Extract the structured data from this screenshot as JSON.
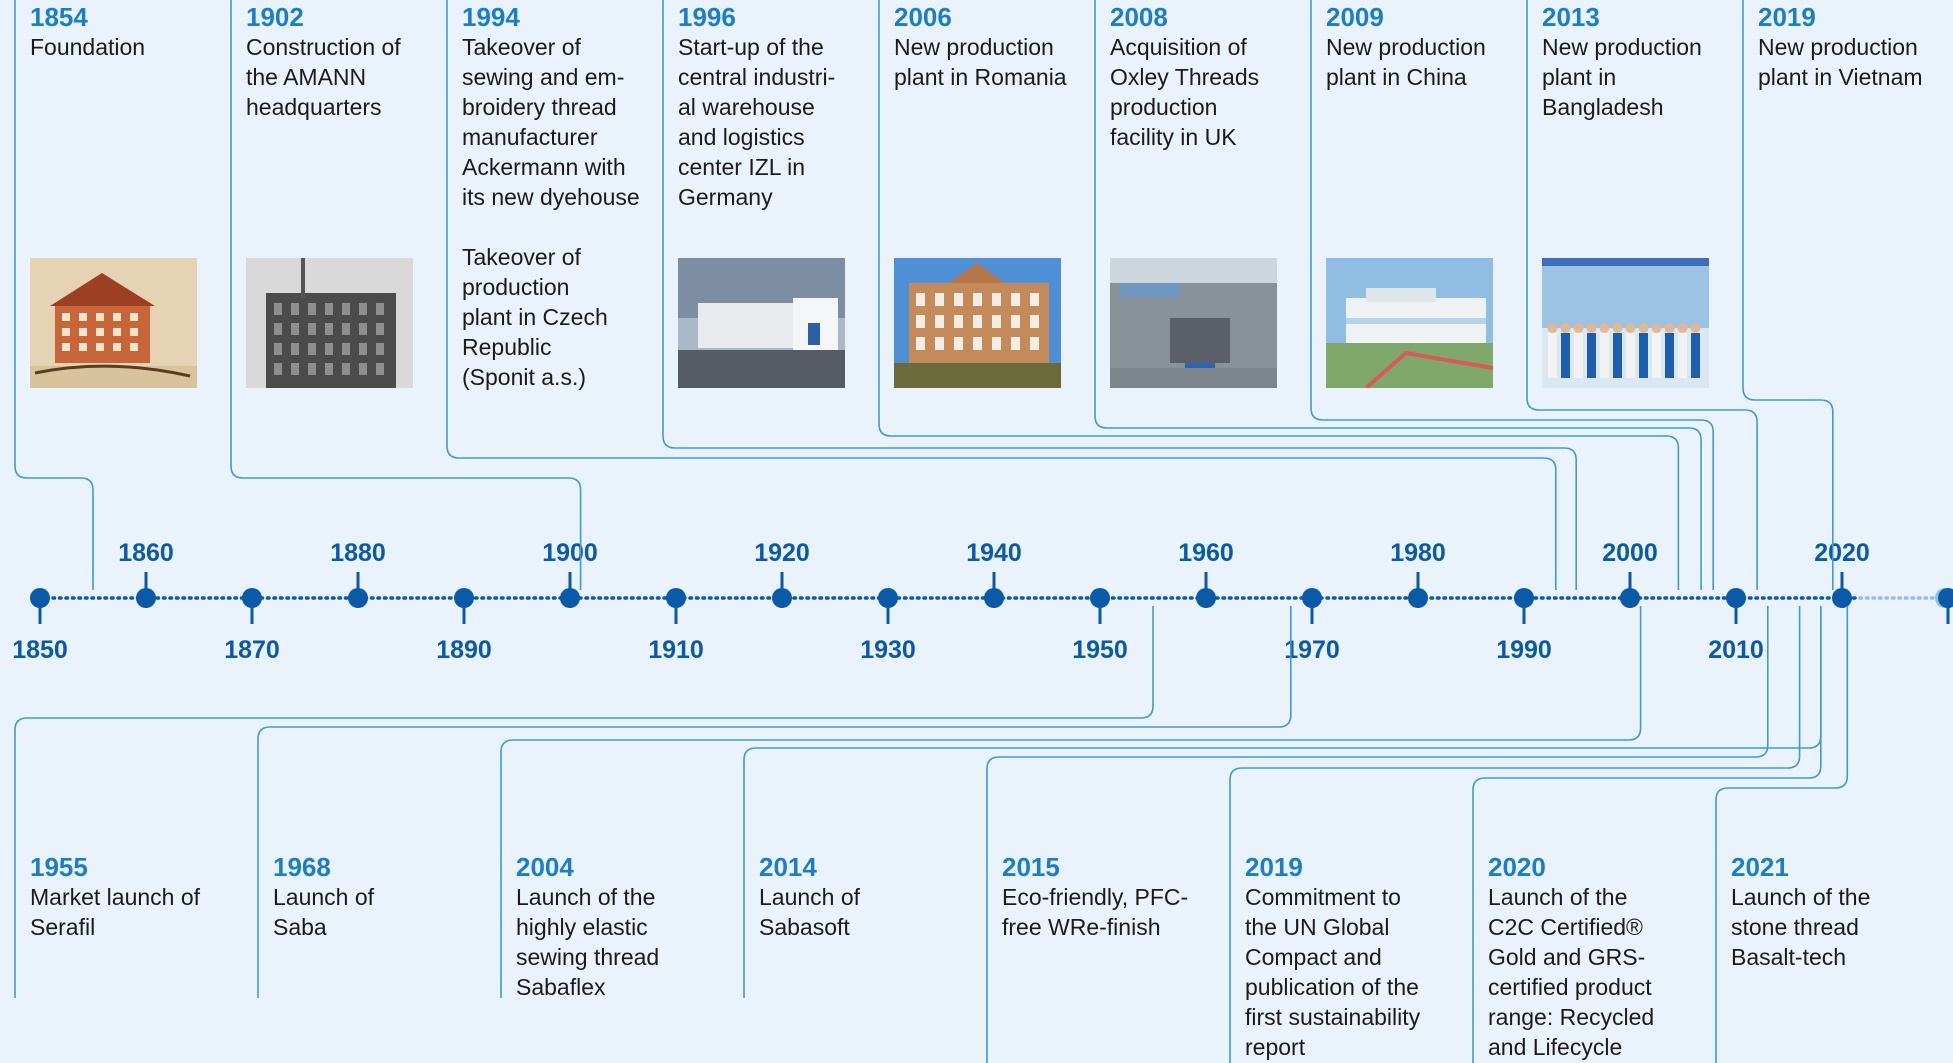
{
  "colors": {
    "background": "#eaf2fb",
    "accent": "#1a7ec8",
    "axis": "#0b5aa8",
    "connector": "#3f9ad8",
    "text": "#1b1b1b"
  },
  "axis": {
    "upper_labels": [
      "1860",
      "1880",
      "1900",
      "1920",
      "1940",
      "1960",
      "1980",
      "2000",
      "2020"
    ],
    "lower_labels": [
      "1850",
      "1870",
      "1890",
      "1910",
      "1930",
      "1950",
      "1970",
      "1990",
      "2010"
    ]
  },
  "top_events": [
    {
      "year": "1854",
      "text": "Foundation",
      "photo": "historic-factory-engraving"
    },
    {
      "year": "1902",
      "text": "Construction of\nthe AMANN\nheadquarters",
      "photo": "black-white-headquarters-building"
    },
    {
      "year": "1994",
      "text": "Takeover of\nsewing and em-\nbroidery thread\nmanufacturer\nAckermann with\nits new dyehouse\n\nTakeover of\nproduction\nplant in Czech\nRepublic\n(Sponit a.s.)",
      "photo": ""
    },
    {
      "year": "1996",
      "text": "Start-up of the\ncentral industri-\nal warehouse\nand logistics\ncenter IZL in\nGermany",
      "photo": "warehouse-shelving-interior"
    },
    {
      "year": "2006",
      "text": "New production\nplant in Romania",
      "photo": "modern-plant-romania"
    },
    {
      "year": "2008",
      "text": "Acquisition of\nOxley Threads\nproduction\nfacility in UK",
      "photo": "brick-mill-building-uk"
    },
    {
      "year": "2009",
      "text": "New production\nplant in China",
      "photo": "grey-factory-china"
    },
    {
      "year": "2013",
      "text": "New production\nplant in\nBangladesh",
      "photo": "white-plant-bangladesh"
    },
    {
      "year": "2019",
      "text": "New production\nplant in Vietnam",
      "photo": "team-photo-vietnam-plant"
    }
  ],
  "bottom_events": [
    {
      "year": "1955",
      "text": "Market launch of\nSerafil"
    },
    {
      "year": "1968",
      "text": "Launch of\nSaba"
    },
    {
      "year": "2004",
      "text": "Launch of the\nhighly elastic\nsewing thread\nSabaflex"
    },
    {
      "year": "2014",
      "text": "Launch of\nSabasoft"
    },
    {
      "year": "2015",
      "text": "Eco-friendly, PFC-\nfree WRe-finish"
    },
    {
      "year": "2019",
      "text": "Commitment to\nthe UN Global\nCompact and\npublication of the\nfirst sustainability\nreport"
    },
    {
      "year": "2020",
      "text": "Launch of the\nC2C Certified®\nGold and GRS-\ncertified product\nrange: Recycled\nand Lifecycle"
    },
    {
      "year": "2021",
      "text": "Launch of the\nstone thread\nBasalt-tech"
    }
  ]
}
